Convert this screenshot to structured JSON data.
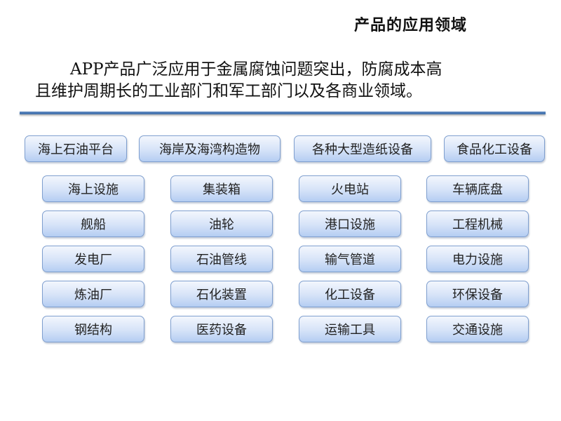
{
  "title": "产品的应用领域",
  "paragraph": {
    "line1": "APP产品广泛应用于金属腐蚀问题突出，防腐成本高",
    "line2": "且维护周期长的工业部门和军工部门以及各商业领域。"
  },
  "top_row": [
    "海上石油平台",
    "海岸及海湾构造物",
    "各种大型造纸设备",
    "食品化工设备"
  ],
  "grid": [
    [
      "海上设施",
      "集装箱",
      "火电站",
      "车辆底盘"
    ],
    [
      "舰船",
      "油轮",
      "港口设施",
      "工程机械"
    ],
    [
      "发电厂",
      "石油管线",
      "输气管道",
      "电力设施"
    ],
    [
      "炼油厂",
      "石化装置",
      "化工设备",
      "环保设备"
    ],
    [
      "钢结构",
      "医药设备",
      "运输工具",
      "交通设施"
    ]
  ]
}
